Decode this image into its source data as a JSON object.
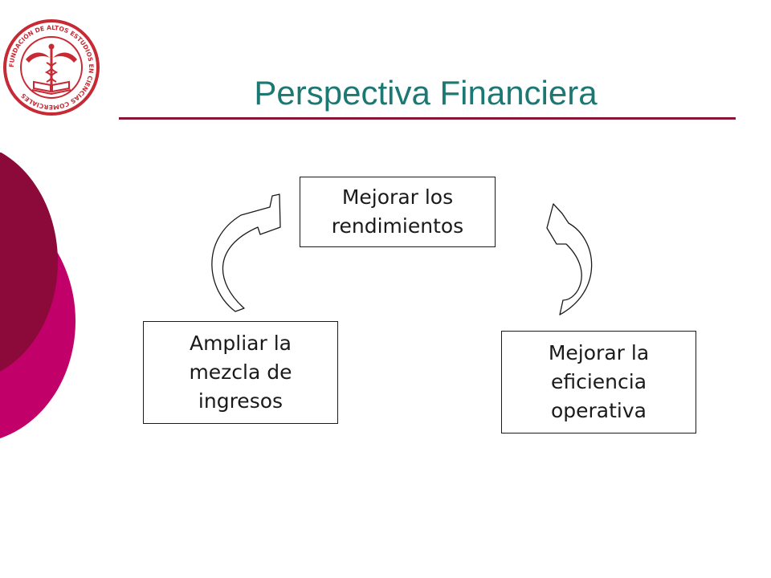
{
  "title": "Perspectiva Financiera",
  "colors": {
    "title": "#1b7873",
    "rule": "#8b1538",
    "maroon": "#8b0a3a",
    "magenta": "#c2006a",
    "logo_red": "#c62a35"
  },
  "logo": {
    "icon": "caduceus-seal",
    "ring_text": "FUNDACIÓN DE ALTOS ESTUDIOS EN CIENCIAS COMERCIALES"
  },
  "diagram": {
    "nodes": {
      "top": "Mejorar los\nrendimientos",
      "left": "Ampliar la\nmezcla de\ningresos",
      "right": "Mejorar la\neficiencia\noperativa"
    },
    "arrows": [
      {
        "from": "left",
        "to": "top",
        "icon": "curved-arrow-icon"
      },
      {
        "from": "right",
        "to": "top",
        "icon": "curved-arrow-icon"
      }
    ]
  }
}
